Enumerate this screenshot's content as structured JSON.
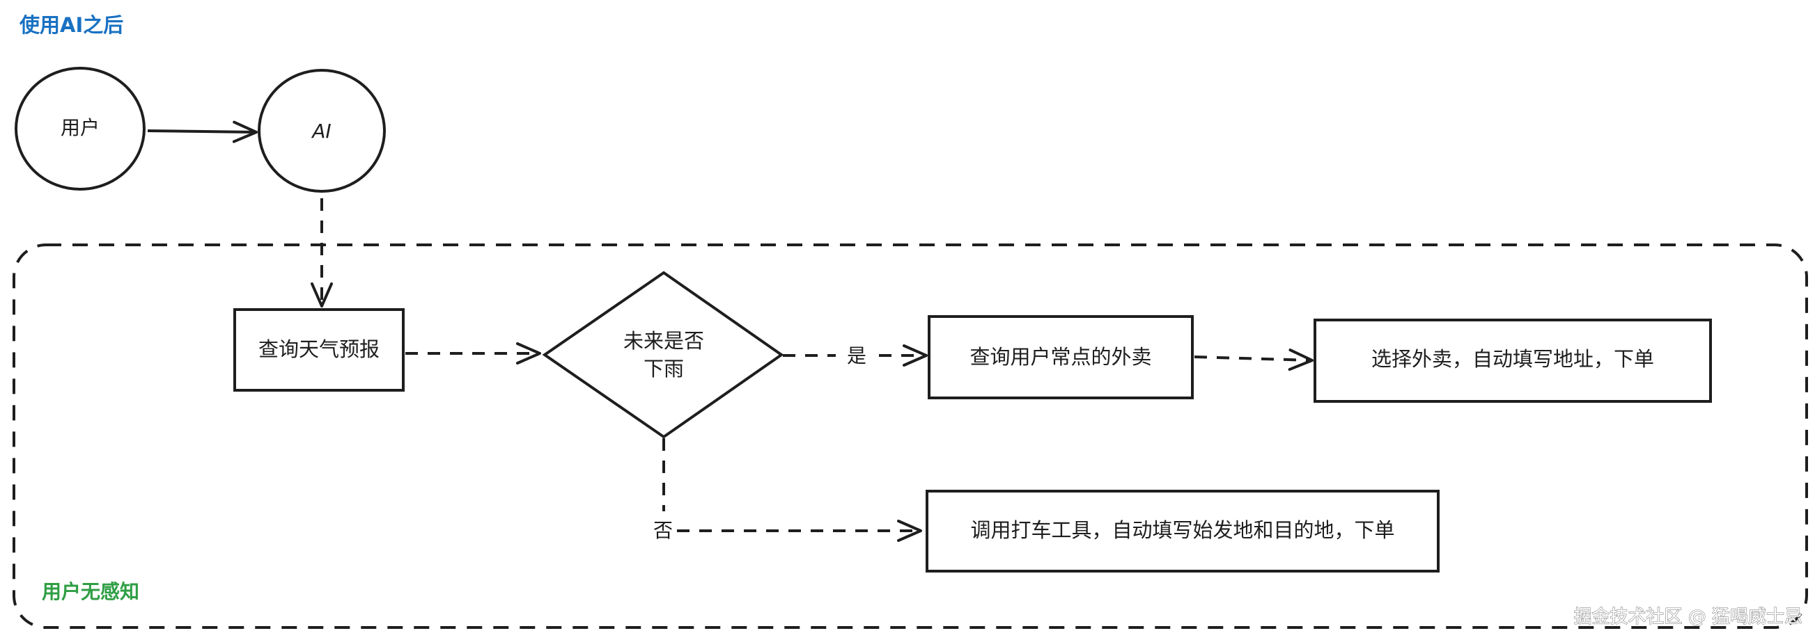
{
  "diagram": {
    "title": "使用AI之后",
    "group_label": "用户无感知",
    "watermark": "掘金技术社区 @ 猛喝威士忌",
    "nodes": {
      "user": "用户",
      "ai": "AI",
      "query_weather": "查询天气预报",
      "decision_line1": "未来是否",
      "decision_line2": "下雨",
      "query_takeout": "查询用户常点的外卖",
      "order_takeout": "选择外卖，自动填写地址，下单",
      "taxi": "调用打车工具，自动填写始发地和目的地，下单"
    },
    "edge_labels": {
      "yes": "是",
      "no": "否"
    },
    "colors": {
      "title": "#1971c2",
      "group_label": "#2f9e44",
      "stroke": "#1e1e1e",
      "watermark": "#ffffff"
    }
  }
}
